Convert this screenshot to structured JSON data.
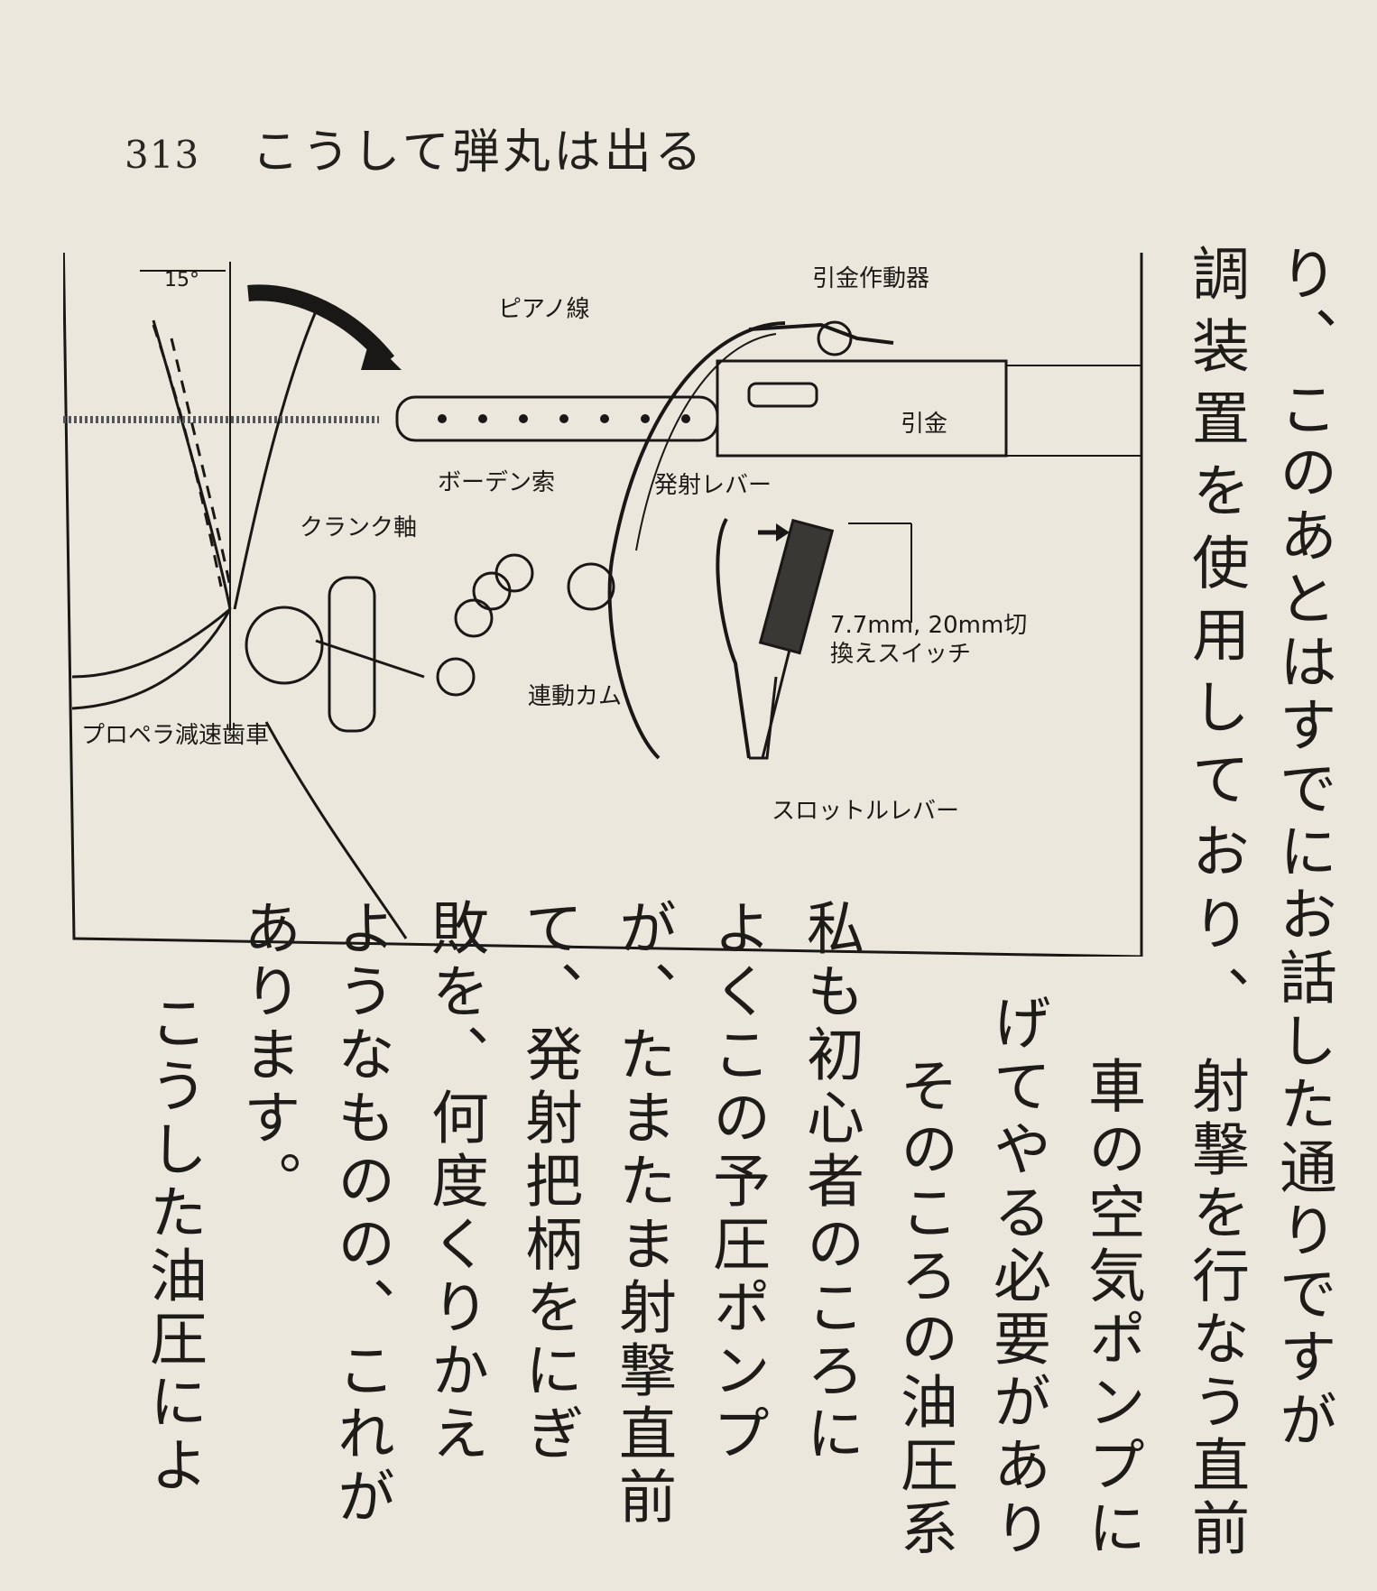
{
  "header": {
    "page_number": "313",
    "title": "こうして弾丸は出る"
  },
  "figure": {
    "labels": {
      "angle": "15°",
      "piano_wire": "ピアノ線",
      "trigger_actuator": "引金作動器",
      "trigger": "引金",
      "bowden_cable": "ボーデン索",
      "firing_lever": "発射レバー",
      "crank_shaft": "クランク軸",
      "switch_line1": "7.7mm, 20mm切",
      "switch_line2": "換えスイッチ",
      "linked_cam": "連動カム",
      "propeller_gear": "プロペラ減速歯車",
      "throttle_lever": "スロットルレバー"
    }
  },
  "text": {
    "columns": [
      "り、",
      "このあとはすでにお話した通りですが",
      "調",
      "装",
      "置",
      "を",
      "使",
      "用",
      "し",
      "て",
      "お",
      "り",
      "、",
      "射撃を行なう直前",
      "車の空気ポンプに",
      "げてやる必要があり",
      "　そのころの油圧系",
      "私も初心者のころに",
      "よくこの予圧ポンプ",
      "が、たまたま射撃直前",
      "て、発射把柄をにぎ",
      "敗を、何度くりかえ",
      "ようなものの、これが",
      "あります。",
      "　こうした油圧によ"
    ]
  }
}
